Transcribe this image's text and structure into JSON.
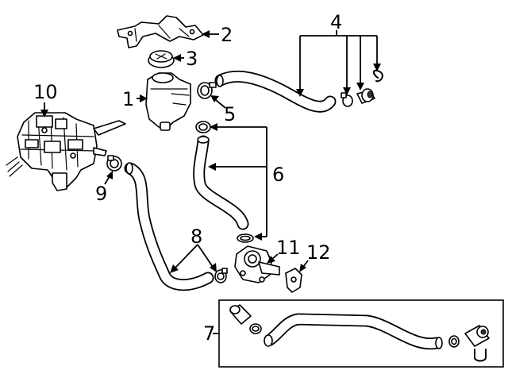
{
  "callouts": {
    "c1": "1",
    "c2": "2",
    "c3": "3",
    "c4": "4",
    "c5": "5",
    "c6": "6",
    "c7": "7",
    "c8": "8",
    "c9": "9",
    "c10": "10",
    "c11": "11",
    "c12": "12"
  },
  "parts": [
    {
      "number": "1",
      "icon": "coolant-reservoir-icon"
    },
    {
      "number": "2",
      "icon": "mounting-bracket-icon"
    },
    {
      "number": "3",
      "icon": "reservoir-cap-icon"
    },
    {
      "number": "4",
      "icon": "hose-assembly-icon"
    },
    {
      "number": "5",
      "icon": "hose-clamp-icon"
    },
    {
      "number": "6",
      "icon": "hose-assembly-icon"
    },
    {
      "number": "7",
      "icon": "hose-assembly-icon"
    },
    {
      "number": "8",
      "icon": "hose-assembly-icon"
    },
    {
      "number": "9",
      "icon": "hose-clamp-icon"
    },
    {
      "number": "10",
      "icon": "inverter-module-icon"
    },
    {
      "number": "11",
      "icon": "water-pump-icon"
    },
    {
      "number": "12",
      "icon": "bracket-icon"
    }
  ]
}
